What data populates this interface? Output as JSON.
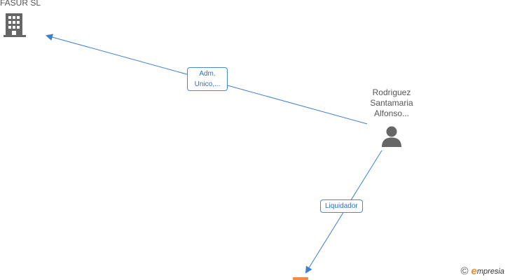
{
  "nodes": {
    "company": {
      "label": "FASUR SL"
    },
    "person": {
      "label_line1": "Rodriguez",
      "label_line2": "Santamaria",
      "label_line3": "Alfonso..."
    }
  },
  "edges": {
    "adm": {
      "line1": "Adm.",
      "line2": "Unico,..."
    },
    "liquidador": {
      "label": "Liquidador"
    }
  },
  "watermark": {
    "copyright_symbol": "©",
    "brand_initial": "e",
    "brand_rest": "mpresia"
  },
  "colors": {
    "edge": "#3d7fcf",
    "node_icon": "#666666",
    "accent": "#e8912f"
  }
}
